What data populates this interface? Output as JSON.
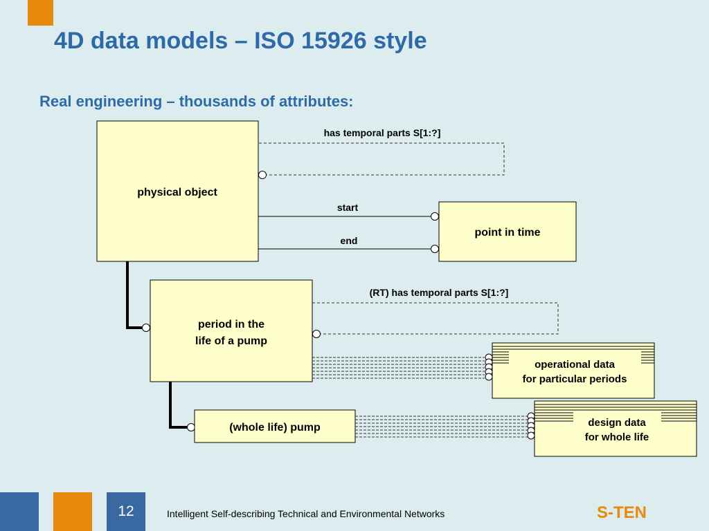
{
  "slide": {
    "title": "4D data models – ISO 15926 style",
    "subtitle": "Real engineering – thousands of attributes:",
    "number": "12",
    "footer_text": "Intelligent Self-describing Technical and Environmental Networks",
    "brand": "S-TEN"
  },
  "diagram": {
    "entities": {
      "physical_object": "physical object",
      "point_in_time": "point in time",
      "period_line1": "period in the",
      "period_line2": "life of a pump",
      "whole_life_pump": "(whole life) pump",
      "operational_line1": "operational data",
      "operational_line2": "for particular periods",
      "design_line1": "design data",
      "design_line2": "for whole life"
    },
    "relations": {
      "has_temporal_parts": "has temporal parts S[1:?]",
      "start": "start",
      "end": "end",
      "rt_has_temporal_parts": "(RT) has temporal parts S[1:?]"
    }
  },
  "colors": {
    "background": "#dcecef",
    "title": "#2d6aa7",
    "box_fill": "#ffffcc",
    "orange": "#e8890c",
    "blue": "#3a68a0"
  }
}
